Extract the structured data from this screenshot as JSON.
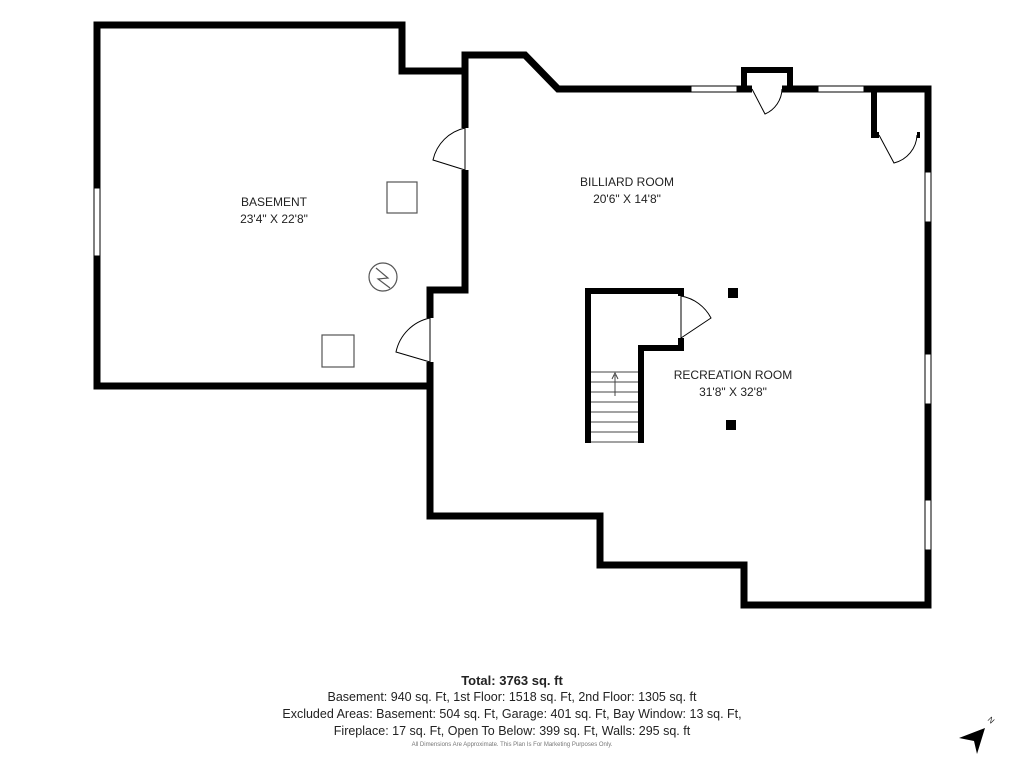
{
  "rooms": {
    "basement": {
      "name": "BASEMENT",
      "dims": "23'4\" X 22'8\""
    },
    "billiard": {
      "name": "BILLIARD ROOM",
      "dims": "20'6\" X 14'8\""
    },
    "recreation": {
      "name": "RECREATION ROOM",
      "dims": "31'8\" X 32'8\""
    }
  },
  "summary": {
    "total": "Total: 3763 sq. ft",
    "line1": "Basement: 940 sq. Ft, 1st Floor: 1518 sq. Ft, 2nd Floor: 1305 sq. ft",
    "line2": "Excluded Areas: Basement: 504 sq. Ft, Garage: 401 sq. Ft, Bay Window: 13 sq. Ft,",
    "line3": "Fireplace: 17 sq. Ft, Open To Below: 399 sq. Ft, Walls: 295 sq. ft"
  },
  "disclaimer": "All Dimensions Are Approximate. This Plan Is For Marketing Purposes Only.",
  "compass": {
    "label": "N"
  },
  "colors": {
    "wall": "#000000",
    "fixture": "#555555",
    "background": "#ffffff"
  },
  "icons": [
    "north-arrow-icon",
    "door-swing-icon",
    "window-icon",
    "stairs-icon",
    "water-heater-icon"
  ]
}
